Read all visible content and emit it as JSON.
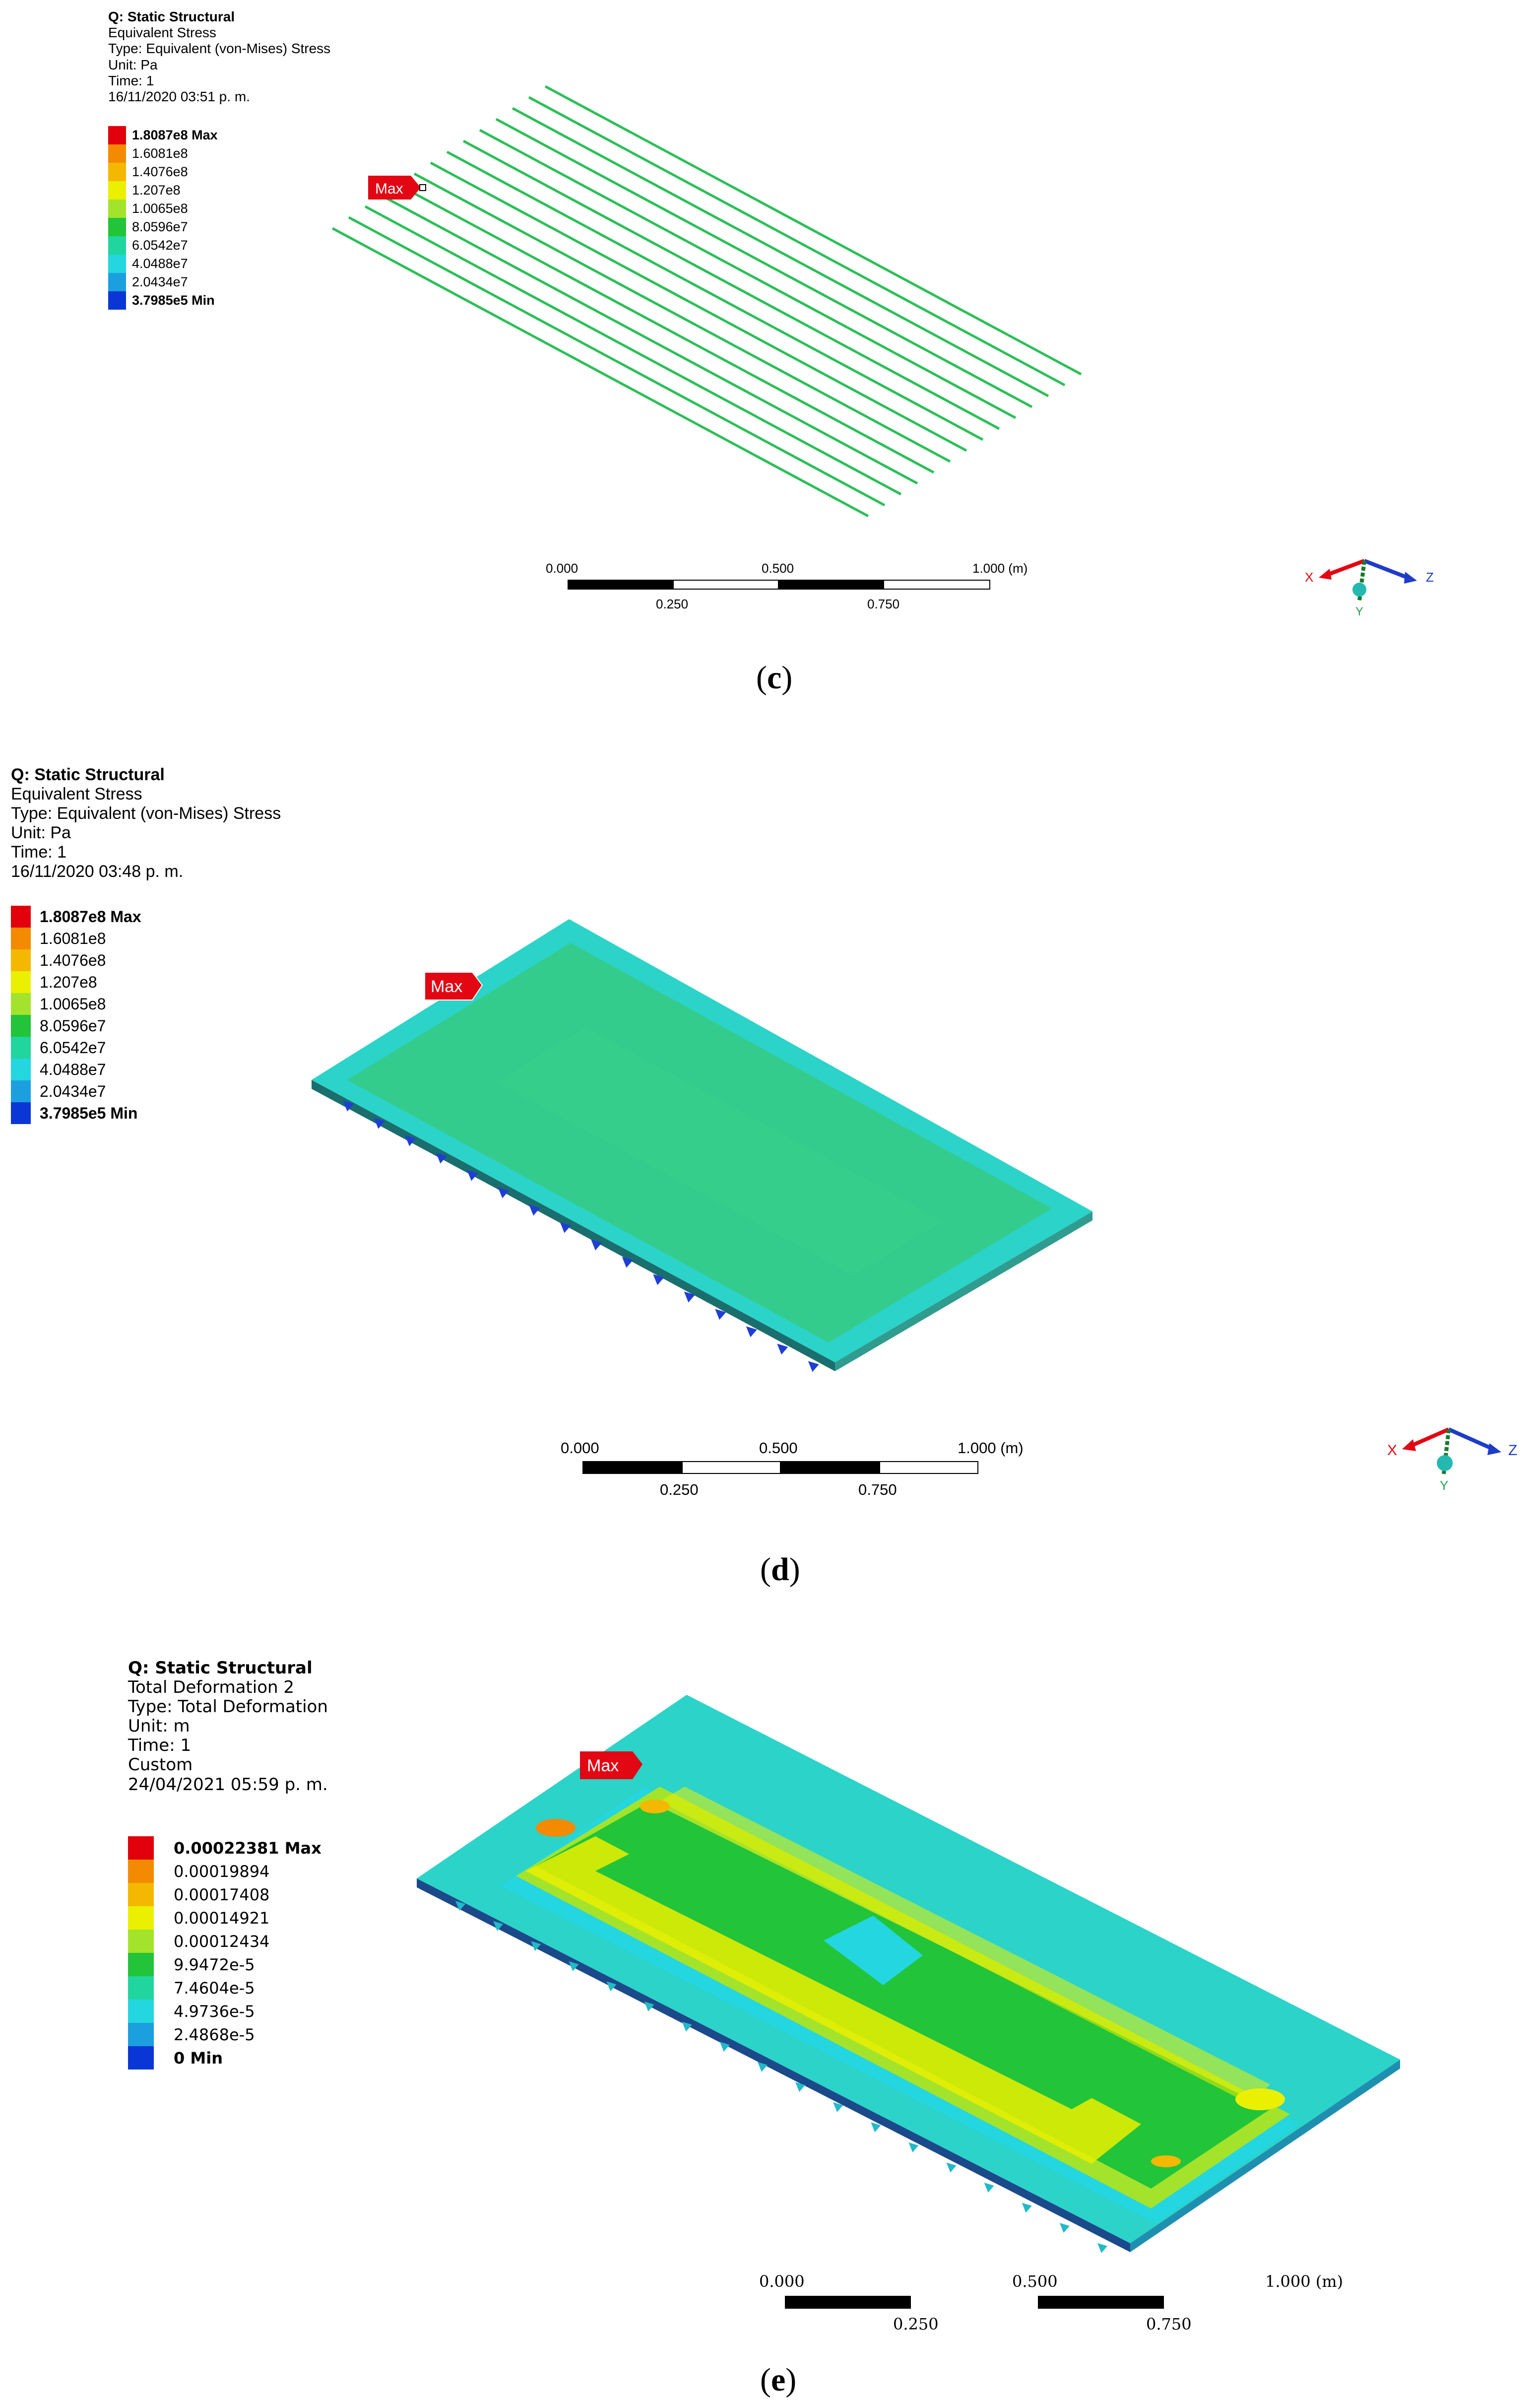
{
  "colors": {
    "legend": [
      "#e1000b",
      "#f38a00",
      "#f4b800",
      "#eaf000",
      "#a4e32b",
      "#22c43a",
      "#21d59f",
      "#23d6e0",
      "#1b9fdf",
      "#0a36d6"
    ],
    "max_flag": "#e30613",
    "plate_green": "#33cc8c",
    "plate_cyan": "#2bd3c9",
    "wire": "#2bbf57"
  },
  "panel_c": {
    "header": [
      "Q: Static Structural",
      "Equivalent Stress",
      "Type: Equivalent (von-Mises) Stress",
      "Unit: Pa",
      "Time: 1",
      "16/11/2020 03:51 p. m."
    ],
    "legend": [
      "1.8087e8 Max",
      "1.6081e8",
      "1.4076e8",
      "1.207e8",
      "1.0065e8",
      "8.0596e7",
      "6.0542e7",
      "4.0488e7",
      "2.0434e7",
      "3.7985e5 Min"
    ],
    "max_label": "Max",
    "scale_top": [
      "0.000",
      "0.500",
      "1.000 (m)"
    ],
    "scale_bottom": [
      "0.250",
      "0.750"
    ],
    "axes": {
      "x": "X",
      "y": "Y",
      "z": "Z"
    },
    "caption": "c"
  },
  "panel_d": {
    "header": [
      "Q: Static Structural",
      "Equivalent Stress",
      "Type: Equivalent (von-Mises) Stress",
      "Unit: Pa",
      "Time: 1",
      "16/11/2020 03:48 p. m."
    ],
    "legend": [
      "1.8087e8 Max",
      "1.6081e8",
      "1.4076e8",
      "1.207e8",
      "1.0065e8",
      "8.0596e7",
      "6.0542e7",
      "4.0488e7",
      "2.0434e7",
      "3.7985e5 Min"
    ],
    "max_label": "Max",
    "scale_top": [
      "0.000",
      "0.500",
      "1.000 (m)"
    ],
    "scale_bottom": [
      "0.250",
      "0.750"
    ],
    "axes": {
      "x": "X",
      "y": "Y",
      "z": "Z"
    },
    "caption": "d"
  },
  "panel_e": {
    "header": [
      "Q: Static Structural",
      "Total Deformation 2",
      "Type: Total Deformation",
      "Unit: m",
      "Time: 1",
      "Custom",
      "24/04/2021 05:59 p. m."
    ],
    "legend": [
      "0.00022381 Max",
      "0.00019894",
      "0.00017408",
      "0.00014921",
      "0.00012434",
      "9.9472e-5",
      "7.4604e-5",
      "4.9736e-5",
      "2.4868e-5",
      "0 Min"
    ],
    "max_label": "Max",
    "scale_top": [
      "0.000",
      "0.500",
      "1.000 (m)"
    ],
    "scale_bottom": [
      "0.250",
      "0.750"
    ],
    "caption": "e"
  }
}
